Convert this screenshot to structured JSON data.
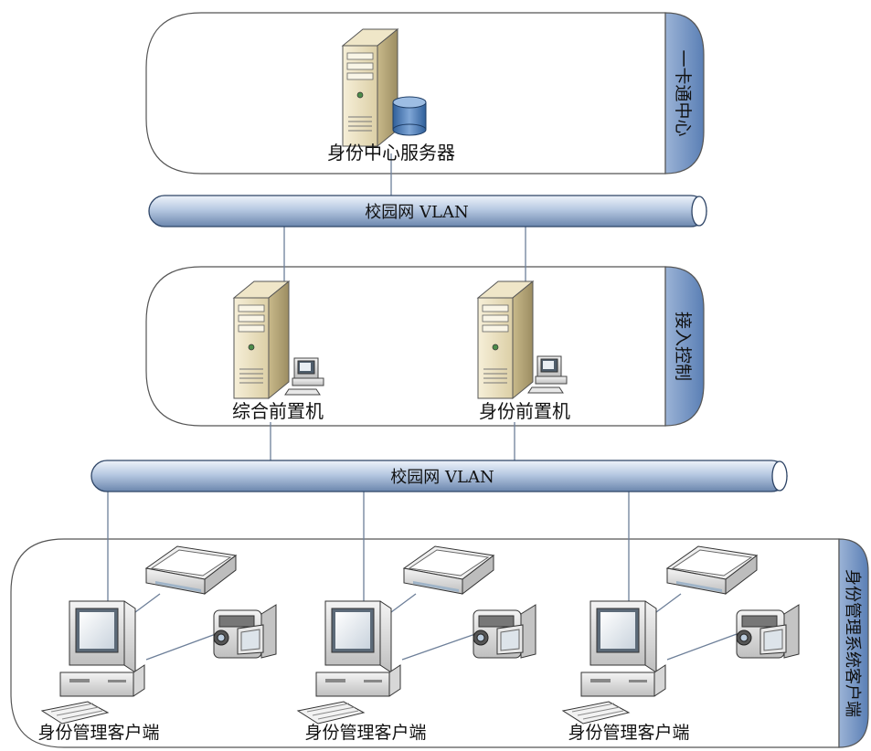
{
  "zones": {
    "top": "一卡通中心",
    "middle": "接入控制",
    "bottom": "身份管理系统客户端"
  },
  "buses": {
    "upper": "校园网 VLAN",
    "lower": "校园网 VLAN"
  },
  "nodes": {
    "id_center_server": "身份中心服务器",
    "general_frontend": "综合前置机",
    "id_frontend": "身份前置机",
    "client_1": "身份管理客户端",
    "client_2": "身份管理客户端",
    "client_3": "身份管理客户端"
  }
}
